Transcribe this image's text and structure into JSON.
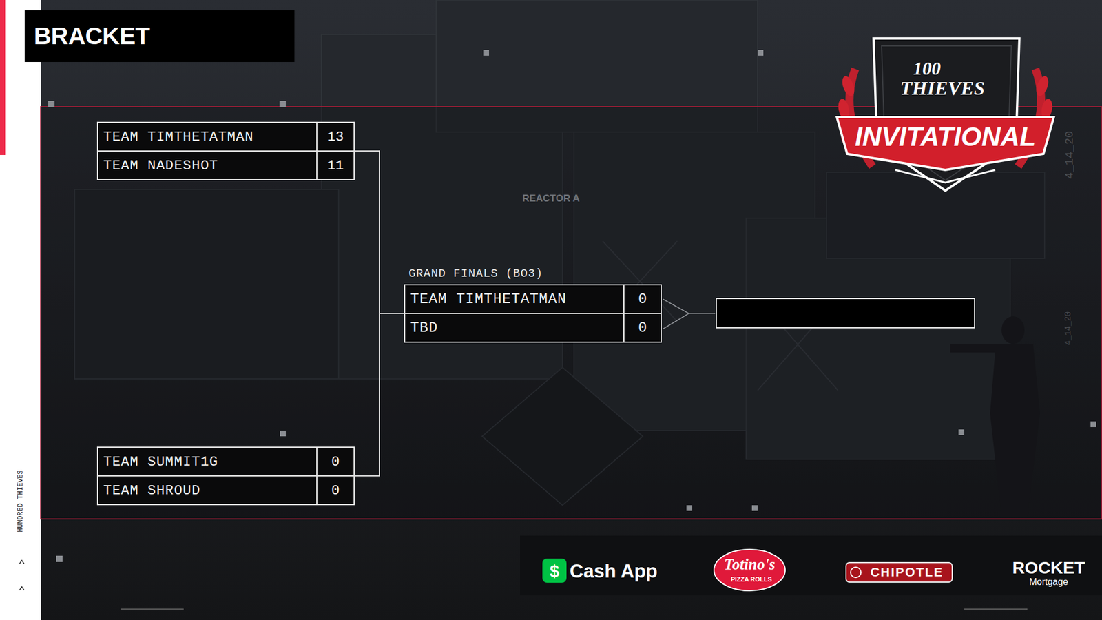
{
  "diagram": {
    "title": "BRACKET",
    "nodes": [
      {
        "text": [
          "TEAM TIMTHETATMAN",
          "13"
        ]
      },
      {
        "text": [
          "TEAM NADESHOT",
          "11"
        ]
      },
      {
        "text": [
          "GRAND FINALS (BO3)"
        ]
      },
      {
        "text": [
          "TEAM TIMTHETATMAN",
          "0"
        ],
        "in": 2
      },
      {
        "text": [
          "TBD",
          "0"
        ],
        "in": 2
      },
      {
        "text": [
          "TEAM SUMMIT1G",
          "0"
        ]
      },
      {
        "text": [
          "TEAM SHROUD",
          "0"
        ]
      }
    ],
    "edges": [
      {
        "from": 0,
        "to": 2,
        "arrow": "none"
      },
      {
        "from": 1,
        "to": 2,
        "arrow": "none"
      },
      {
        "from": 5,
        "to": 2,
        "arrow": "none"
      },
      {
        "from": 6,
        "to": 2,
        "arrow": "none"
      }
    ],
    "labels": [
      "100",
      "THIEVES",
      "INVITATIONAL",
      "REACTOR A",
      "4_14_20",
      "4_14_20",
      "HUNDRED THIEVES",
      "$",
      "Cash App",
      "Totino's",
      "PIZZA ROLLS",
      "CHIPOTLE",
      "ROCKET",
      "Mortgage"
    ]
  }
}
